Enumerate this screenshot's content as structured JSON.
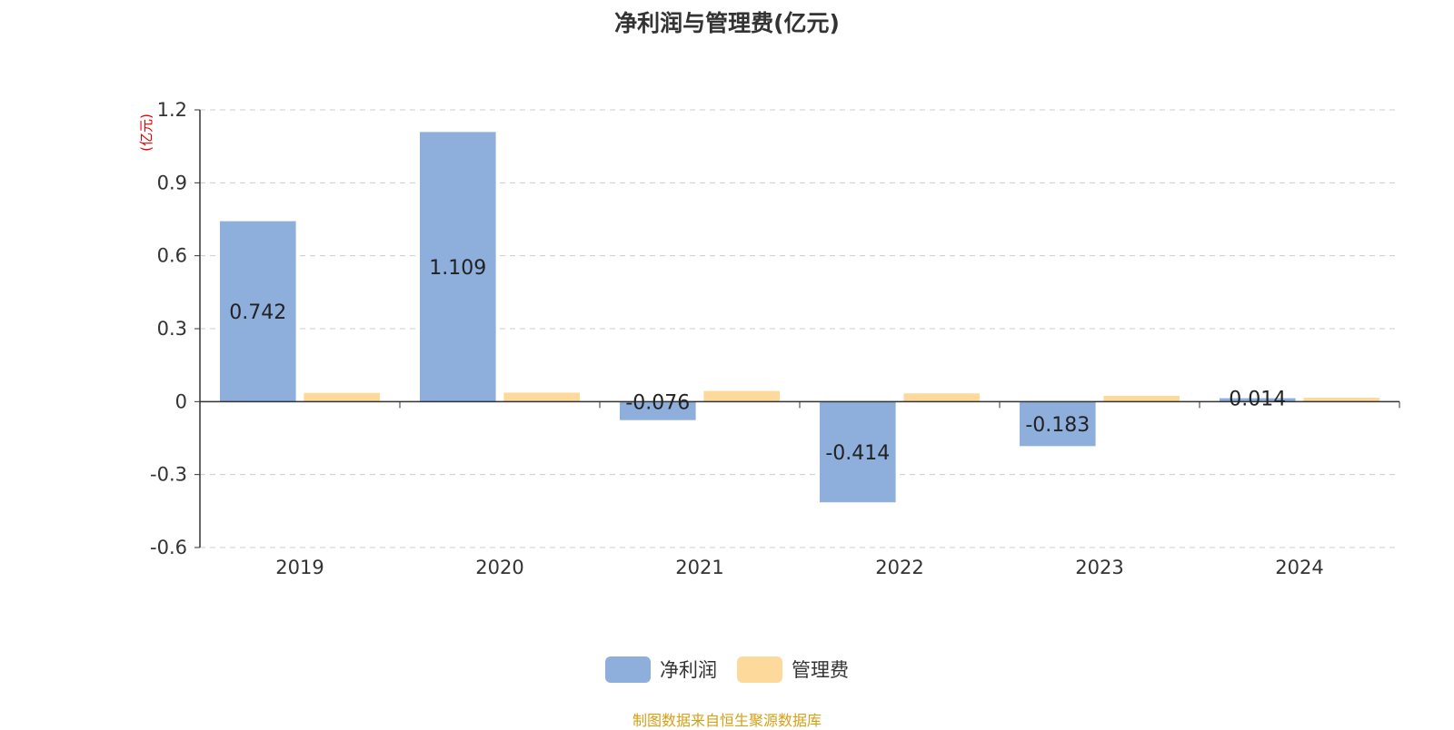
{
  "chart_data": {
    "type": "bar",
    "title": "净利润与管理费(亿元)",
    "ylabel": "(亿元)",
    "categories": [
      "2019",
      "2020",
      "2021",
      "2022",
      "2023",
      "2024"
    ],
    "series": [
      {
        "name": "净利润",
        "values": [
          0.742,
          1.109,
          -0.076,
          -0.414,
          -0.183,
          0.014
        ],
        "labels": [
          "0.742",
          "1.109",
          "-0.076",
          "-0.414",
          "-0.183",
          "0.014"
        ],
        "color": "#8eaedb"
      },
      {
        "name": "管理费",
        "values": [
          0.036,
          0.037,
          0.044,
          0.034,
          0.024,
          0.016
        ],
        "color": "#fdd99b"
      }
    ],
    "ylim": [
      -0.6,
      1.2
    ],
    "yticks": [
      "1.2",
      "0.9",
      "0.6",
      "0.3",
      "0",
      "-0.3",
      "-0.6"
    ],
    "grid": true,
    "legend_position": "bottom-center"
  },
  "source_note": "制图数据来自恒生聚源数据库"
}
